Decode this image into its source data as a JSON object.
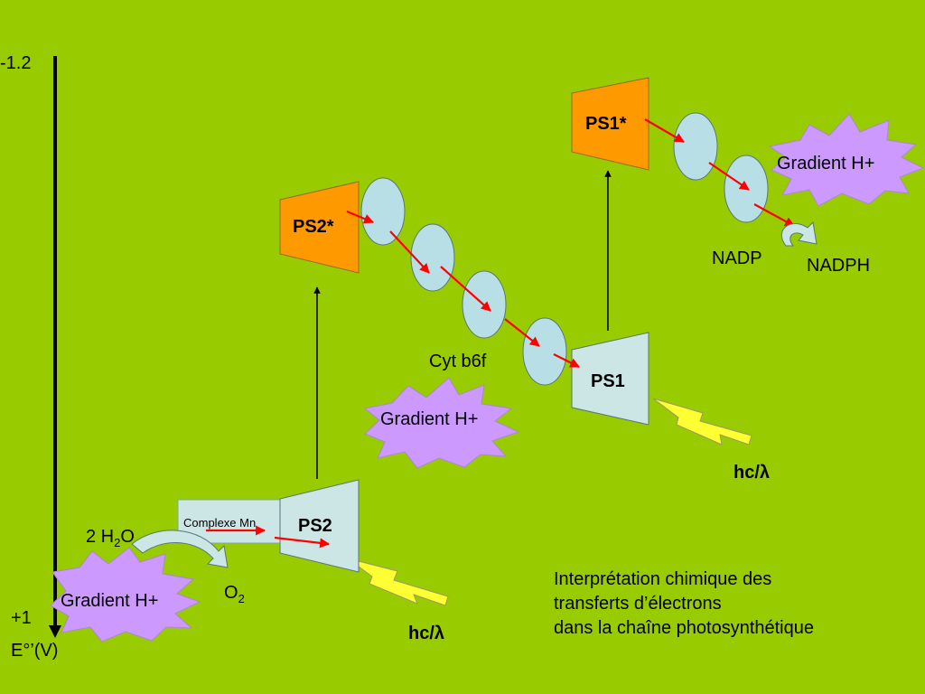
{
  "axis": {
    "top_label": "-1.2",
    "bottom_label": "+1",
    "unit_label": "E°’(V)"
  },
  "complexes": {
    "ps2": "PS2",
    "ps2_excited": "PS2*",
    "ps1": "PS1",
    "ps1_excited": "PS1*",
    "complexe_mn": "Complexe Mn",
    "cyt": "Cyt b6f"
  },
  "gradients": {
    "left": "Gradient H+",
    "middle": "Gradient H+",
    "right": "Gradient H+"
  },
  "water": {
    "coef": "2 H",
    "sub": "2",
    "tail": "O"
  },
  "oxygen": {
    "main": "O",
    "sub": "2"
  },
  "nadp": "NADP",
  "nadph": "NADPH",
  "light": {
    "ps2": "hc/λ",
    "ps1": "hc/λ"
  },
  "caption": [
    "Interprétation chimique des",
    "transferts d’électrons",
    "dans la chaîne photosynthétique"
  ],
  "colors": {
    "background": "#99cc00",
    "excited_complex": "#ff9900",
    "ground_complex": "#cce6e6",
    "carrier": "#b9dfe6",
    "gradient_burst": "#cc99ff",
    "lightning": "#ffff33",
    "electron_arrow": "#ff0000"
  }
}
